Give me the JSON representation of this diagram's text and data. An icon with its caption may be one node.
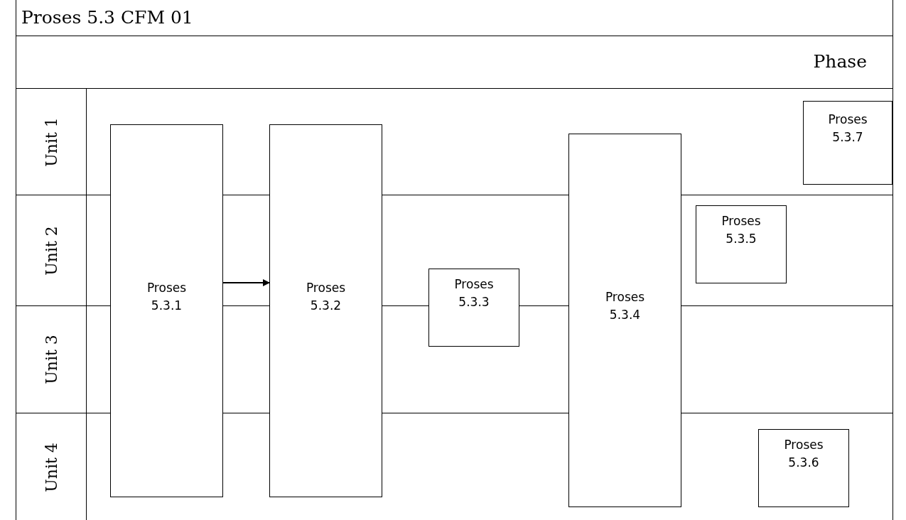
{
  "diagram": {
    "title": "Proses 5.3 CFM 01",
    "nodes": [
      {
        "text": [
          "Unit 1"
        ]
      },
      {
        "text": [
          "Unit 2"
        ]
      },
      {
        "text": [
          "Unit 3"
        ]
      },
      {
        "text": [
          "Unit 4"
        ]
      },
      {
        "text": [
          "Proses 5.3.1"
        ]
      },
      {
        "text": [
          "Proses 5.3.2"
        ]
      },
      {
        "text": [
          "Proses 5.3.3"
        ]
      },
      {
        "text": [
          "Proses 5.3.4"
        ]
      },
      {
        "text": [
          "Proses 5.3.5"
        ]
      },
      {
        "text": [
          "Proses 5.3.6"
        ]
      },
      {
        "text": [
          "Proses 5.3.7"
        ]
      }
    ],
    "edges": [
      {
        "from": 4,
        "to": 5,
        "arrow": "to"
      }
    ],
    "labels": [
      "Phase"
    ]
  }
}
